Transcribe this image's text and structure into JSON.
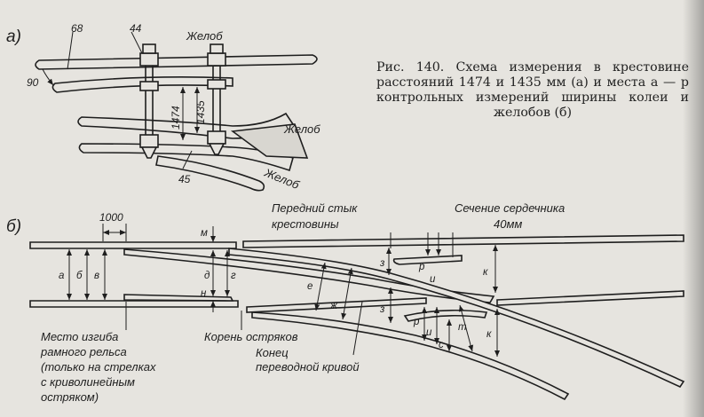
{
  "caption": {
    "text": "Рис. 140. Схема измерения в крестовине расстояний 1474 и 1435 мм (а) и места а — р контрольных измерений ширины колеи и желобов (б)"
  },
  "panel_a": {
    "letter": "а)",
    "dim_68": "68",
    "dim_44": "44",
    "dim_90": "90",
    "dim_1474": "1474",
    "dim_1435": "1435",
    "dim_45": "45",
    "zhelob_top": "Желоб",
    "zhelob_mid": "Желоб",
    "zhelob_bottom": "Желоб"
  },
  "panel_b": {
    "letter": "б)",
    "dim_1000": "1000",
    "front_joint": [
      "Передний стык",
      "крестовины"
    ],
    "core_section": [
      "Сечение сердечника",
      "40мм"
    ],
    "rail_bend": [
      "Место изгиба",
      "рамного рельса",
      "(только на стрелках",
      "с криволинейным",
      "остряком)"
    ],
    "root": "Корень остряков",
    "curve_end": [
      "Конец",
      "переводной кривой"
    ],
    "letters": {
      "a": "а",
      "b": "б",
      "v": "в",
      "m": "м",
      "n": "н",
      "d": "д",
      "g": "г",
      "e": "е",
      "zh": "ж",
      "z1": "з",
      "z2": "з",
      "p1": "р",
      "i1": "и",
      "p2": "р",
      "i2": "и",
      "k1": "к",
      "k2": "к",
      "s": "с",
      "t": "т"
    }
  }
}
